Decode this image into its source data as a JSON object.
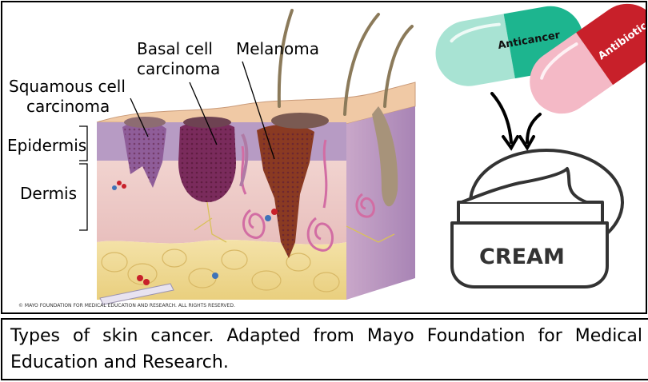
{
  "figure": {
    "labels": {
      "basal": [
        "Basal cell",
        "carcinoma"
      ],
      "melanoma": "Melanoma",
      "squamous": [
        "Squamous cell",
        "carcinoma"
      ],
      "epidermis": "Epidermis",
      "dermis": "Dermis"
    },
    "copyright": "© MAYO FOUNDATION FOR MEDICAL EDUCATION AND RESEARCH. ALL RIGHTS RESERVED.",
    "pills": {
      "anticancer": "Anticancer",
      "antibiotic": "Antibiotic"
    },
    "jar_label": "CREAM",
    "colors": {
      "anticancer_pill": "#1db58f",
      "anticancer_pill_light": "#a8e3d3",
      "antibiotic_pill": "#c8202a",
      "antibiotic_pill_light": "#f4b9c6"
    }
  },
  "caption": "Types of skin cancer. Adapted from Mayo Foundation for Medical Education and Research."
}
